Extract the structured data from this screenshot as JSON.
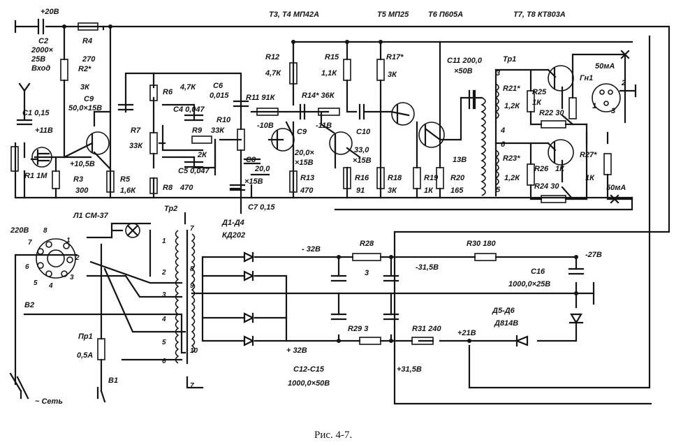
{
  "figure": {
    "caption": "Рис. 4-7."
  },
  "header": {
    "power_in": "+20В",
    "t3t4": "Т3, Т4 МП42А",
    "t5": "Т5 МП25",
    "t6": "Т6 П605А",
    "t7t8": "Т7, Т8 КТ803А"
  },
  "input_stage": {
    "c2": "С2",
    "c2_val1": "2000×",
    "c2_val2": "25В",
    "input": "Вход",
    "c1": "С1 0,15",
    "v11": "+11В",
    "r1": "R1 1М",
    "r4": "R4",
    "r4_val": "270",
    "r2": "R2*",
    "r2_val": "3К",
    "c9": "С9",
    "c9_val": "50,0×15В",
    "v105": "+10,5В",
    "r3": "R3",
    "r3_val": "300",
    "r5": "R5",
    "r5_val": "1,6К"
  },
  "tone_stage": {
    "r6": "R6",
    "r6_val": "4,7К",
    "c6": "С6",
    "c6_val": "0,015",
    "c4": "С4 0,047",
    "r7": "R7",
    "r7_val": "33К",
    "r9": "R9",
    "r9_val": "2К",
    "r10": "R10",
    "r10_val": "33К",
    "c5": "С5 0,047",
    "r8": "R8",
    "r8_val": "470",
    "c8": "С8",
    "c8_val1": "20,0",
    "c8_val2": "×15В",
    "c7": "С7 0,15"
  },
  "amp_stage": {
    "r12": "R12",
    "r12_val": "4,7К",
    "r11": "R11 91К",
    "v10": "-10В",
    "r15": "R15",
    "r15_val": "1,1К",
    "r14": "R14* 36К",
    "c9b": "С9",
    "c9b_val1": "20,0×",
    "c9b_val2": "×15В",
    "v11n": "-11В",
    "c10": "С10",
    "c10_val1": "33,0",
    "c10_val2": "×15В",
    "r13": "R13",
    "r13_val": "470",
    "r16": "R16",
    "r16_val": "91",
    "r17": "R17*",
    "r17_val": "3К",
    "r18": "R18",
    "r18_val": "3К",
    "r19": "R19",
    "r19_val": "1К",
    "r20": "R20",
    "r20_val": "165",
    "v13": "13В",
    "c11": "С11 200,0",
    "c11_val": "×50В"
  },
  "output_stage": {
    "tr1": "Тр1",
    "n3": "3",
    "n4": "4",
    "n6": "6",
    "n5": "5",
    "r21": "R21*",
    "r21_val": "1,2К",
    "r25": "R25",
    "r25_val": "1К",
    "r22": "R22 30",
    "ma_top": "50мА",
    "gn": "Гн1",
    "pin1": "1",
    "pin2": "2",
    "pin3": "3",
    "r23": "R23*",
    "r23_val": "1,2К",
    "r26": "R26",
    "r26_val": "1К",
    "r24": "R24 30",
    "r27": "R27*",
    "r27_val": "1К",
    "ma_bot": "50мА"
  },
  "power_supply": {
    "l1": "Л1 СМ-37",
    "mains_v": "220В",
    "p8": "8",
    "p1": "1",
    "p7": "7",
    "p2": "2",
    "p6": "6",
    "p5": "5",
    "p4": "4",
    "p3": "3",
    "b2": "В2",
    "pr1": "Пр1",
    "pr1_val": "0,5А",
    "b1": "В1",
    "mains": "~ Сеть",
    "tr2": "Тр2",
    "w7": "7",
    "w1": "1",
    "w2": "2",
    "w3": "3",
    "w4": "4",
    "w5": "5",
    "w6": "6",
    "w8": "8",
    "w9": "9",
    "w10": "10",
    "w7b": "7",
    "d1d4": "Д1-Д4",
    "d1d4_type": "КД202",
    "v32n": "- 32В",
    "r28": "R28",
    "r28_val": "3",
    "r30": "R30 180",
    "v315n": "-31,5В",
    "v27": "-27В",
    "c16": "С16",
    "c16_val": "1000,0×25В",
    "d5d6": "Д5-Д6",
    "d5d6_type": "Д814В",
    "r29": "R29 3",
    "r31": "R31 240",
    "v21": "+21В",
    "v32p": "+ 32В",
    "v315p": "+31,5В",
    "c12c15": "С12-С15",
    "c12c15_val": "1000,0×50В"
  }
}
